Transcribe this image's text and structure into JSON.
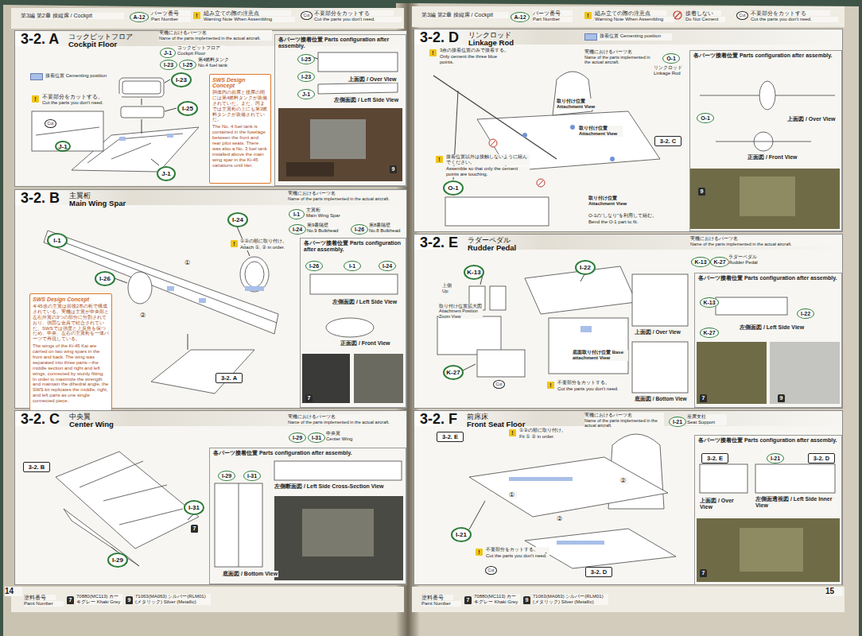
{
  "diagram": {
    "nodes": [
      {
        "text": [
          "A-12"
        ]
      },
      {
        "text": [
          "3-2. A",
          "コックピットフロア",
          "Cockpit Floor"
        ]
      },
      {
        "text": [
          "J-1"
        ],
        "in": 1
      },
      {
        "text": [
          "I-23"
        ],
        "in": 1
      },
      {
        "text": [
          "I-25"
        ],
        "in": 1
      },
      {
        "text": [
          "I-23"
        ],
        "in": 1
      },
      {
        "text": [
          "I-25"
        ],
        "in": 1
      },
      {
        "text": [
          "J-1"
        ],
        "in": 1
      },
      {
        "text": [
          "J-1"
        ],
        "in": 1
      },
      {
        "text": [
          "SWS Design Concept",
          "胴体内の前席と後席の間には第4燃料タンクが装備されていた。また、丙までは主翼桁の上にも第3燃料タンクが装備されていた。",
          "The No. 4 fuel tank is contained in the fuselage between the front and rear pilot seats. There was also a No. 3 fuel tank installed above the main wing spar in the Ki-45 variations until Hei."
        ],
        "in": 1
      },
      {
        "text": [
          "各パーツ接着位置 Parts configuration after assembly."
        ],
        "in": 1
      },
      {
        "text": [
          "I-25"
        ],
        "in": 10
      },
      {
        "text": [
          "I-23"
        ],
        "in": 10
      },
      {
        "text": [
          "J-1"
        ],
        "in": 10
      },
      {
        "text": [
          "3-2. B",
          "主翼桁",
          "Main Wing Spar"
        ]
      },
      {
        "text": [
          "I-1"
        ],
        "in": 14
      },
      {
        "text": [
          "I-24"
        ],
        "in": 14
      },
      {
        "text": [
          "I-26"
        ],
        "in": 14
      },
      {
        "text": [
          "I-1"
        ],
        "in": 14
      },
      {
        "text": [
          "I-24"
        ],
        "in": 14
      },
      {
        "text": [
          "I-26"
        ],
        "in": 14
      },
      {
        "text": [
          "SWS Design Concept",
          "キ45改の主翼は前後2本の桁で構成されている。実機は主翼が中央部と左右外翼の3つの部分に分割されており、強固な金具で結合されていた。SWSでは強度と上反角を保つため、中央、左右の主翼桁を一体パーツで再現している。",
          "The wings of the Ki-45 Kai are carried on two wing spars in the front and back. The wing was separated into three parts—the middle section and right and left wings, connected by sturdy fitting. In order to maximize the strength and maintain the dihedral angle, the SWS kit replicates the middle, right, and left parts as one single connected piece."
        ],
        "in": 14
      },
      {
        "text": [
          "各パーツ接着位置 Parts configuration after assembly."
        ],
        "in": 14
      },
      {
        "text": [
          "I-26"
        ],
        "in": 22
      },
      {
        "text": [
          "I-1"
        ],
        "in": 22
      },
      {
        "text": [
          "I-24"
        ],
        "in": 22
      },
      {
        "text": [
          "3-2. A"
        ],
        "in": 14
      },
      {
        "text": [
          "3-2. C",
          "中央翼",
          "Center Wing"
        ]
      },
      {
        "text": [
          "3-2. B"
        ],
        "in": 27
      },
      {
        "text": [
          "I-29"
        ],
        "in": 27
      },
      {
        "text": [
          "I-31"
        ],
        "in": 27
      },
      {
        "text": [
          "I-31"
        ],
        "in": 27
      },
      {
        "text": [
          "I-29"
        ],
        "in": 27
      },
      {
        "text": [
          "各パーツ接着位置 Parts configuration after assembly."
        ],
        "in": 27
      },
      {
        "text": [
          "I-29"
        ],
        "in": 33
      },
      {
        "text": [
          "I-31"
        ],
        "in": 33
      },
      {
        "text": [
          "A-12"
        ]
      },
      {
        "text": [
          "3-2. D",
          "リンクロッド",
          "Linkage Rod"
        ]
      },
      {
        "text": [
          "O-1"
        ],
        "in": 37
      },
      {
        "text": [
          "O-1"
        ],
        "in": 37
      },
      {
        "text": [
          "各パーツ接着位置 Parts configuration after assembly."
        ],
        "in": 37
      },
      {
        "text": [
          "3-2. C"
        ],
        "in": 37
      },
      {
        "text": [
          "O-1"
        ],
        "in": 40
      },
      {
        "text": [
          "3-2. E",
          "ラダーペダル",
          "Rudder Pedal"
        ]
      },
      {
        "text": [
          "K-13"
        ],
        "in": 43
      },
      {
        "text": [
          "K-27"
        ],
        "in": 43
      },
      {
        "text": [
          "K-13"
        ],
        "in": 43
      },
      {
        "text": [
          "I-22"
        ],
        "in": 43
      },
      {
        "text": [
          "K-27"
        ],
        "in": 43
      },
      {
        "text": [
          "各パーツ接着位置 Parts configuration after assembly."
        ],
        "in": 43
      },
      {
        "text": [
          "K-13"
        ],
        "in": 49
      },
      {
        "text": [
          "I-22"
        ],
        "in": 49
      },
      {
        "text": [
          "K-27"
        ],
        "in": 49
      },
      {
        "text": [
          "3-2. F",
          "前席床",
          "Front Seat Floor"
        ]
      },
      {
        "text": [
          "I-21"
        ],
        "in": 53
      },
      {
        "text": [
          "3-2. E"
        ],
        "in": 53
      },
      {
        "text": [
          "I-21"
        ],
        "in": 53
      },
      {
        "text": [
          "3-2. D"
        ],
        "in": 53
      },
      {
        "text": [
          "各パーツ接着位置 Parts configuration after assembly."
        ],
        "in": 53
      },
      {
        "text": [
          "3-2. E"
        ],
        "in": 58
      },
      {
        "text": [
          "I-21"
        ],
        "in": 58
      },
      {
        "text": [
          "3-2. D"
        ],
        "in": 58
      }
    ],
    "labels": [
      "第3編 第2章 操縦席 / Cockpit",
      "パーツ番号",
      "Part Number",
      "!",
      "組み立ての際の注意点",
      "Warning Note When Assembling",
      "Cut",
      "不要部分をカットする",
      "Cut the parts you don't need.",
      "実機におけるパーツ名",
      "Name of the parts implemented in the actual aircraft.",
      "コックピットフロア",
      "Cockpit Floor",
      "第4燃料タンク",
      "No.4 fuel tank",
      "!",
      "不要部分をカットする。",
      "Cut the parts you don't need.",
      "Cut",
      "上面図 / Over View",
      "左側面図 / Left Side View",
      "9",
      "実機におけるパーツ名",
      "Name of the parts implemented in the actual aircraft.",
      "主翼桁",
      "Main Wing Spar",
      "第9番隔壁",
      "No.9 Bulkhead",
      "第8番隔壁",
      "No.8 Bulkhead",
      "!",
      "①②の順に取り付け。",
      "Attach ①, ② in order.",
      "①",
      "②",
      "左側面図 / Left Side View",
      "正面図 / Front View",
      "7",
      "実機におけるパーツ名",
      "Name of the parts implemented in the actual aircraft.",
      "中央翼",
      "Center Wing",
      "左側断面図 / Left Side Cross-Section View",
      "底面図 / Bottom View",
      "7",
      "第3編 第2章 操縦席 / Cockpit",
      "パーツ番号",
      "Part Number",
      "!",
      "組み立ての際の注意点",
      "Warning Note When Assembling",
      "接着しない",
      "Do Not Cement",
      "Cut",
      "不要部分をカットする",
      "Cut the parts you don't need.",
      "!",
      "3点の接着位置のみで接着する。",
      "Only cement the three blue points.",
      "実機におけるパーツ名",
      "Name of the parts implemented in the actual aircraft.",
      "リンクロッド",
      "Linkage Rod",
      "取り付け位置 Attachment View",
      "取り付け位置 Attachment View",
      "!",
      "接着位置以外は接触しないように組んでください。",
      "Assemble so that only the cement points are touching.",
      "取り付け位置 Attachment View",
      "O-1の“しなり”を利用して組む。",
      "Bend the O-1 part to fit.",
      "上面図 / Over View",
      "正面図 / Front View",
      "9",
      "実機におけるパーツ名",
      "Name of the parts implemented in the actual aircraft.",
      "ラダーペダル",
      "Rudder Pedal",
      "上側 Up",
      "取り付け位置拡大図 Attachment Position Zoom View",
      "底面取り付け位置 Base attachment View",
      "上面図 / Over View",
      "底面図 / Bottom View",
      "!",
      "不要部分をカットする。",
      "Cut the parts you don't need.",
      "Cut",
      "左側面図 / Left Side View",
      "7",
      "9",
      "実機におけるパーツ名",
      "Name of the parts implemented in the actual aircraft.",
      "座席支柱",
      "Seat Support",
      "!",
      "①②の順に取り付け。",
      "Fit ① ② in order.",
      "①",
      "②",
      "②",
      "!",
      "不要部分をカットする。",
      "Cut the parts you don't need.",
      "Cut",
      "上面図 / Over View",
      "左側面透視図 / Left Side Inner View",
      "7",
      "14",
      "塗料番号",
      "Paint Number",
      "7",
      "9",
      "塗料番号",
      "Paint Number",
      "7",
      "9",
      "15"
    ],
    "legend": [
      {
        "text": "接着位置 Cementing position",
        "color": "#a8bfe8"
      },
      {
        "text": "接着位置 Cementing position",
        "color": "#a8bfe8"
      },
      {
        "text": "70880(MC113) カーキグレー Khaki Grey"
      },
      {
        "text": "71063(MA063) シルバー(RLM01)(メタリック) Silver (Metallic)"
      },
      {
        "text": "70880(MC113) カーキグレー Khaki Grey"
      },
      {
        "text": "71063(MA063) シルバー(RLM01)(メタリック) Silver (Metallic)"
      }
    ]
  }
}
